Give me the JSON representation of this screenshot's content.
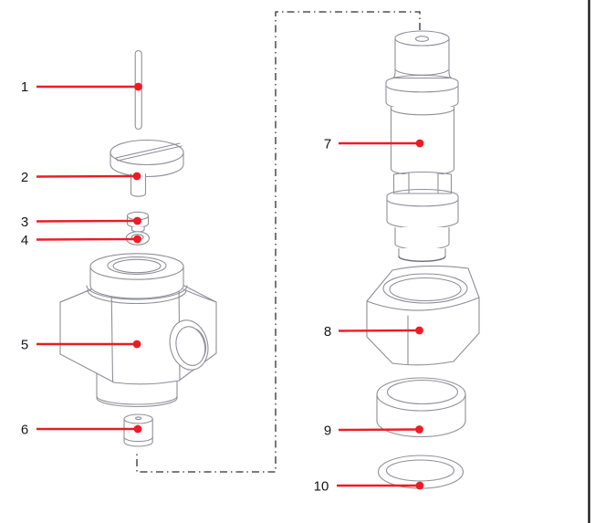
{
  "figure": {
    "kind": "exploded-view-technical-diagram",
    "parts_count": 10
  },
  "callouts": [
    {
      "label": "1",
      "part": "stem-pin-rod"
    },
    {
      "label": "2",
      "part": "slotted-adjustment-screw"
    },
    {
      "label": "3",
      "part": "small-nut"
    },
    {
      "label": "4",
      "part": "small-washer"
    },
    {
      "label": "5",
      "part": "valve-body"
    },
    {
      "label": "6",
      "part": "plug-cylinder"
    },
    {
      "label": "7",
      "part": "valve-cartridge"
    },
    {
      "label": "8",
      "part": "hex-cap-nut"
    },
    {
      "label": "9",
      "part": "seal-bushing-ring"
    },
    {
      "label": "10",
      "part": "o-ring"
    }
  ],
  "colors": {
    "callout_red": "#ed1c24",
    "drawing_line_gray": "#8f8f98",
    "drawing_line_dark": "#6e6e79",
    "dashdot_line": "#2e2e2e",
    "page_border": "#0a0a0a",
    "label_text": "#15151d",
    "background": "#ffffff"
  }
}
